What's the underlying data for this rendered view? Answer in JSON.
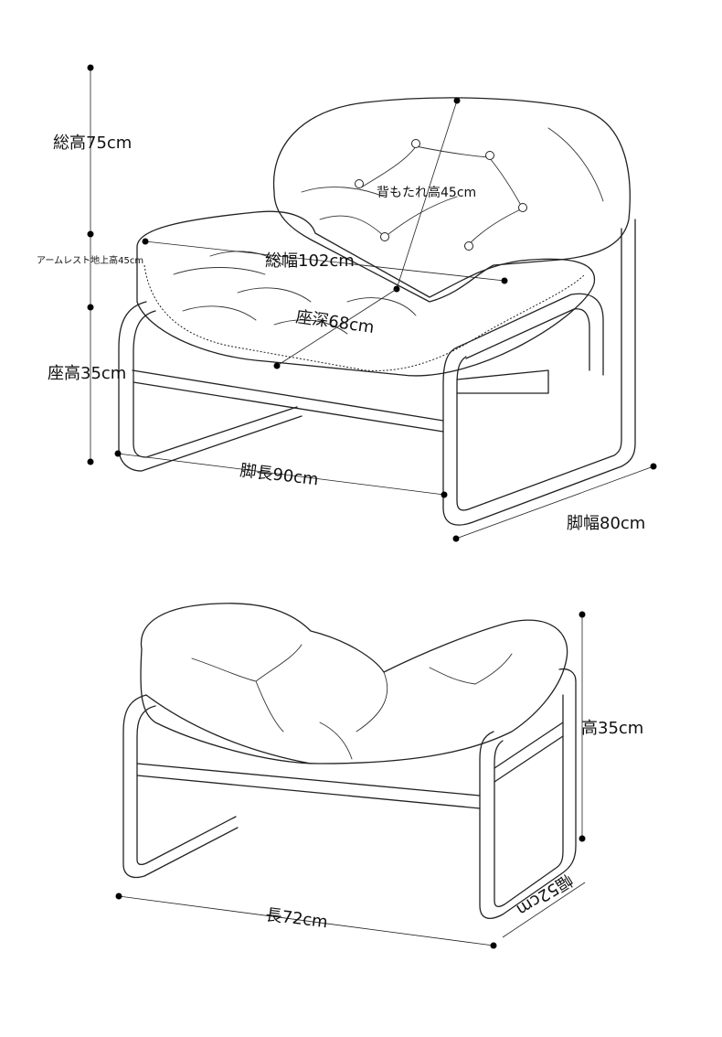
{
  "chair": {
    "total_height": "総高75cm",
    "back_height": "背もたれ高45cm",
    "armrest_height": "アームレスト地上高45cm",
    "total_width": "総幅102cm",
    "seat_depth": "座深68cm",
    "seat_height": "座高35cm",
    "leg_length": "脚長90cm",
    "leg_width": "脚幅80cm"
  },
  "ottoman": {
    "height": "高35cm",
    "length": "長72cm",
    "width": "幅52cm"
  }
}
